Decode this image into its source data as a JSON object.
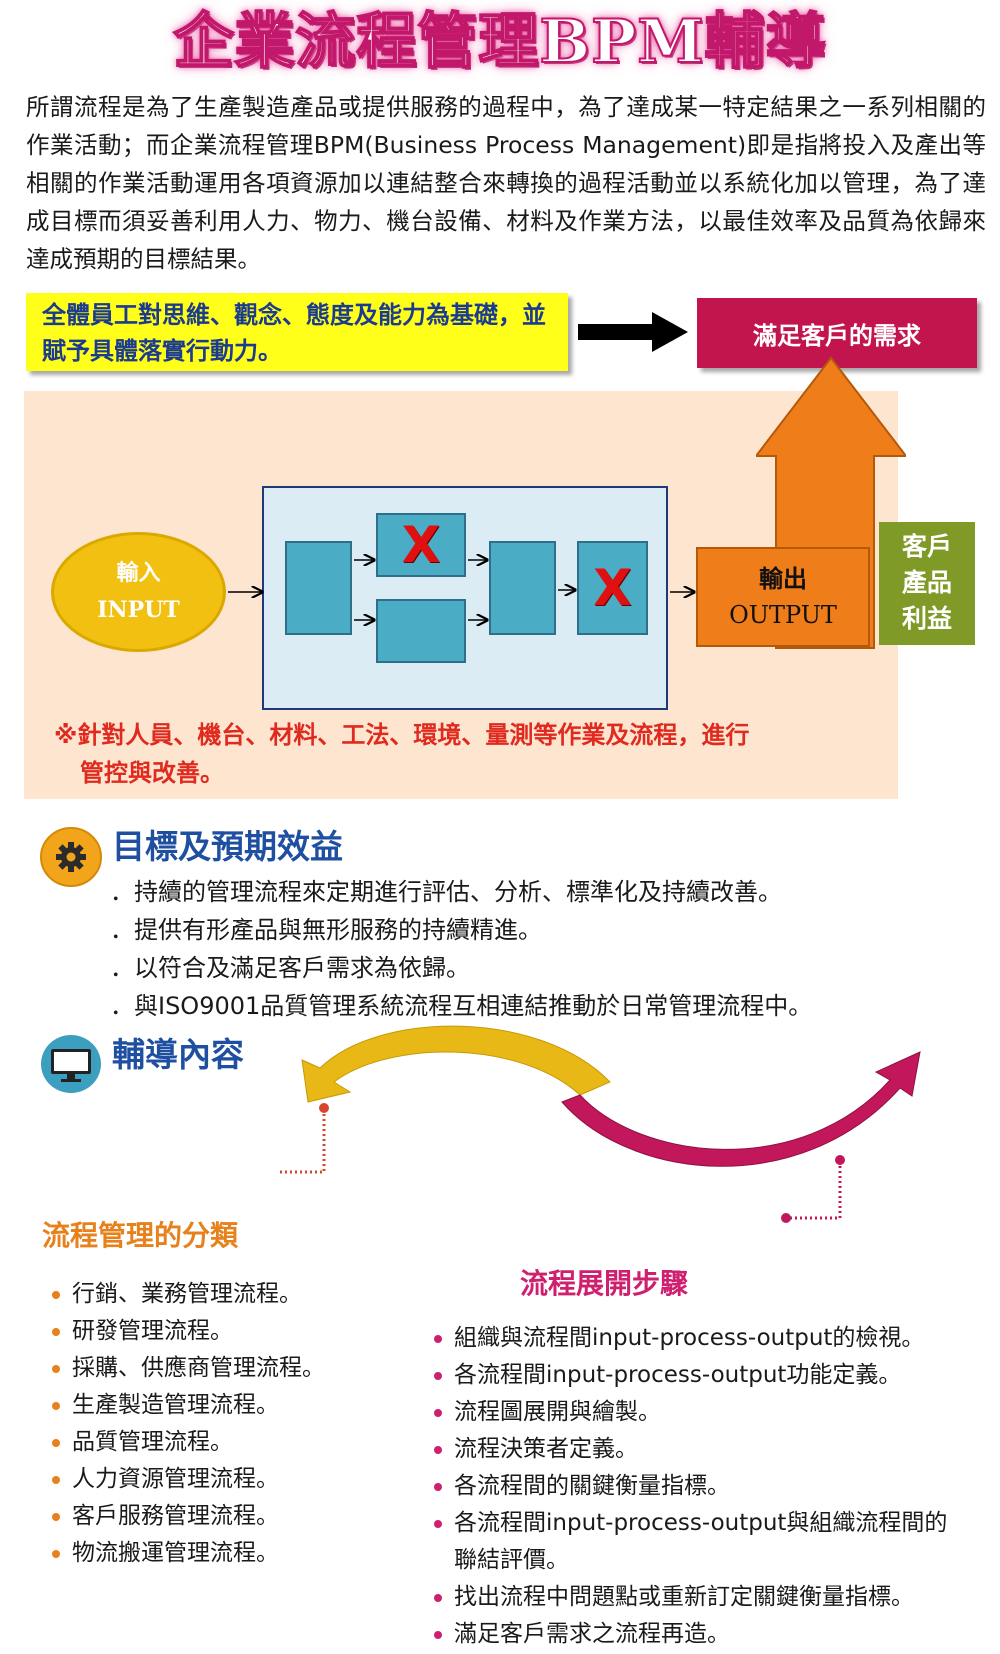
{
  "title": "企業流程管理BPM輔導",
  "intro": "所謂流程是為了生產製造產品或提供服務的過程中，為了達成某一特定結果之一系列相關的作業活動；而企業流程管理BPM(Business Process Management)即是指將投入及產出等相關的作業活動運用各項資源加以連結整合來轉換的過程活動並以系統化加以管理，為了達成目標而須妥善利用人力、物力、機台設備、材料及作業方法，以最佳效率及品質為依歸來達成預期的目標結果。",
  "diagram": {
    "yellow_box": "全體員工對思維、觀念、態度及能力為基礎，並賦予具體落實行動力。",
    "demand_box": "滿足客戶的需求",
    "input_zh": "輸入",
    "input_en": "INPUT",
    "output_zh": "輸出",
    "output_en": "OUTPUT",
    "benefit": [
      "客戶",
      "產品",
      "利益"
    ],
    "x_mark": "X",
    "note_line1": "※針對人員、機台、材料、工法、環境、量測等作業及流程，進行",
    "note_line2": "管控與改善。",
    "colors": {
      "demand": "#c2154e",
      "yellow": "#ffff1a",
      "peach": "#fde5cf",
      "process_box": "#4bacc6",
      "input": "#f2c010",
      "output": "#ee7d1a",
      "benefit": "#7f9a26",
      "note": "#e02a1f"
    }
  },
  "goals": {
    "heading": "目標及預期效益",
    "icon": "gear-icon",
    "items": [
      "持續的管理流程來定期進行評估、分析、標準化及持續改善。",
      "提供有形產品與無形服務的持續精進。",
      "以符合及滿足客戶需求為依歸。",
      "與ISO9001品質管理系統流程互相連結推動於日常管理流程中。"
    ]
  },
  "coaching": {
    "heading": "輔導內容",
    "icon": "monitor-icon",
    "classification": {
      "heading": "流程管理的分類",
      "items": [
        "行銷、業務管理流程。",
        "研發管理流程。",
        "採購、供應商管理流程。",
        "生產製造管理流程。",
        "品質管理流程。",
        "人力資源管理流程。",
        "客戶服務管理流程。",
        "物流搬運管理流程。"
      ]
    },
    "steps": {
      "heading": "流程展開步驟",
      "items": [
        "組織與流程間input-process-output的檢視。",
        "各流程間input-process-output功能定義。",
        "流程圖展開與繪製。",
        "流程決策者定義。",
        "各流程間的關鍵衡量指標。",
        "各流程間input-process-output與組織流程間的聯結評價。",
        "找出流程中問題點或重新訂定關鍵衡量指標。",
        "滿足客戶需求之流程再造。"
      ]
    }
  }
}
